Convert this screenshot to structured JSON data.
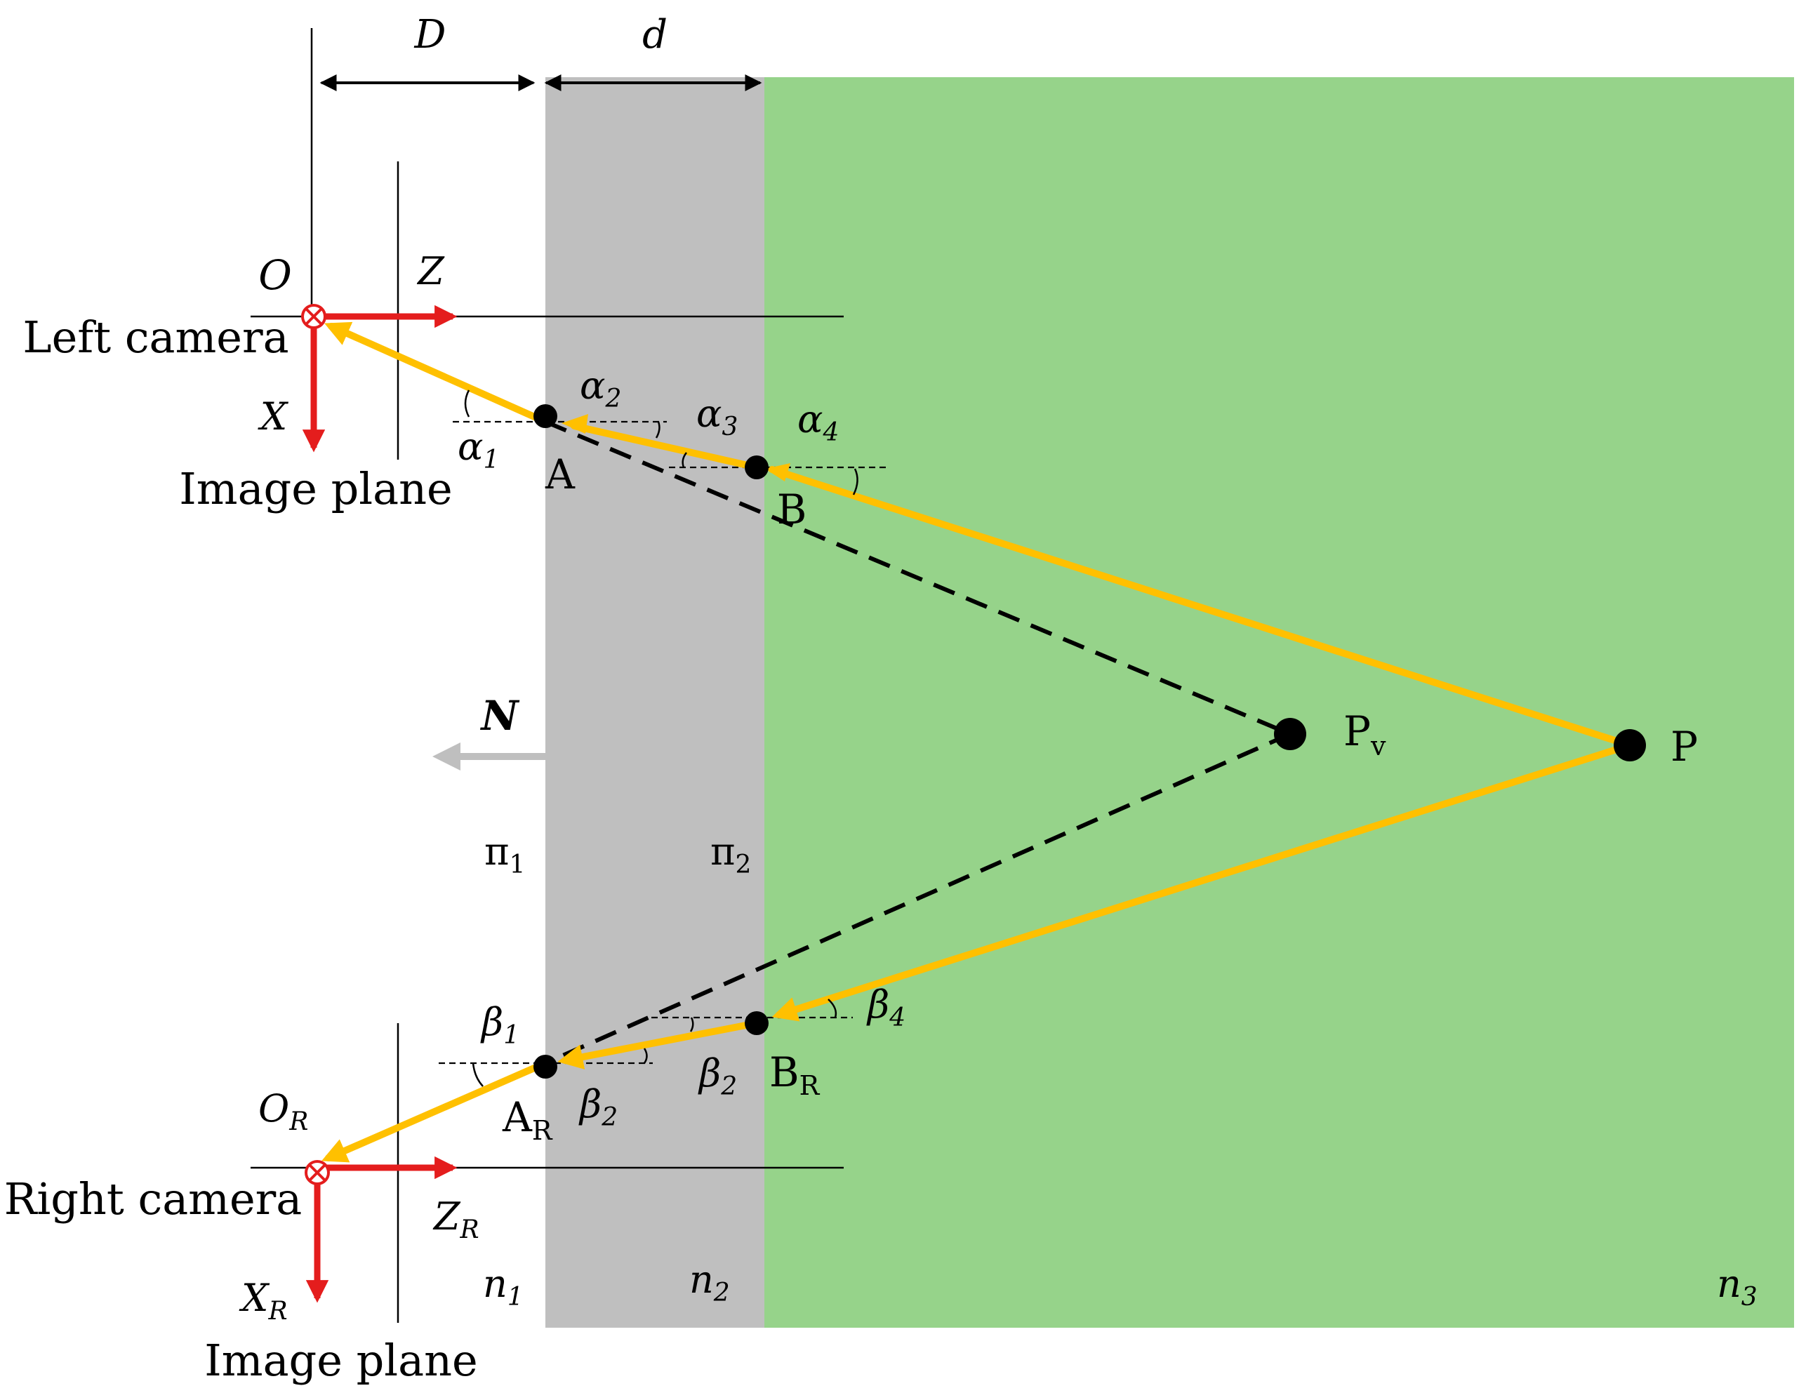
{
  "colors": {
    "glass": "#bfbfbf",
    "water": "#96d38a",
    "ray": "#ffc000",
    "axis": "#e41d1d",
    "normal": "#bfbfbf",
    "dashed": "#000000"
  },
  "dimensions": {
    "D": "D",
    "d": "d"
  },
  "left_camera": {
    "name": "Left camera",
    "origin": "O",
    "z_axis": "Z",
    "x_axis": "X",
    "image_plane": "Image plane"
  },
  "right_camera": {
    "name": "Right camera",
    "origin": "O",
    "origin_sub": "R",
    "z_axis": "Z",
    "z_sub": "R",
    "x_axis": "X",
    "x_sub": "R",
    "image_plane": "Image plane"
  },
  "points": {
    "A": "A",
    "B": "B",
    "AR": "A",
    "AR_sub": "R",
    "BR": "B",
    "BR_sub": "R",
    "P": "P",
    "Pv": "P",
    "Pv_sub": "v"
  },
  "angles": {
    "alpha": "α",
    "beta": "β",
    "subs": [
      "1",
      "2",
      "3",
      "4"
    ]
  },
  "normal": "N",
  "planes": {
    "pi": "π",
    "pi1_sub": "1",
    "pi2_sub": "2"
  },
  "media": {
    "n": "n",
    "n1_sub": "1",
    "n2_sub": "2",
    "n3_sub": "3"
  }
}
